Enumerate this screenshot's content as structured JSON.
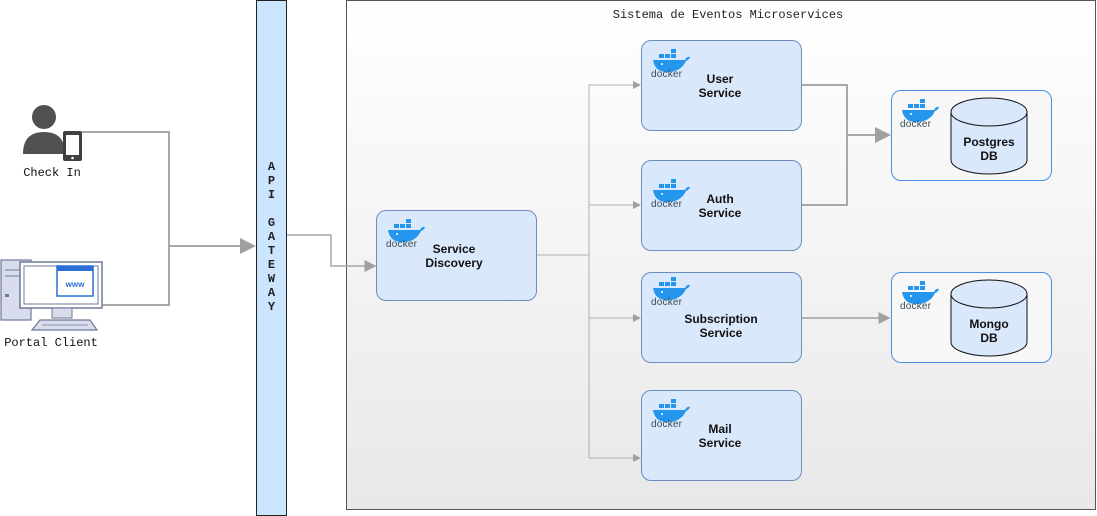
{
  "diagram": {
    "system_title": "Sistema de Eventos Microservices",
    "gateway_letters": [
      "A",
      "P",
      "I",
      "",
      "G",
      "A",
      "T",
      "E",
      "W",
      "A",
      "Y"
    ],
    "clients": {
      "check_in": "Check In",
      "portal_client": "Portal Client"
    },
    "services": {
      "discovery": [
        "Service",
        "Discovery"
      ],
      "user": [
        "User",
        "Service"
      ],
      "auth": [
        "Auth",
        "Service"
      ],
      "subscription": [
        "Subscription",
        "Service"
      ],
      "mail": [
        "Mail",
        "Service"
      ]
    },
    "databases": {
      "postgres": [
        "Postgres",
        "DB"
      ],
      "mongo": [
        "Mongo",
        "DB"
      ]
    },
    "docker_label": "docker",
    "colors": {
      "service_fill": "#dae8fc",
      "service_border": "#6c8ebf",
      "gateway_fill": "#cce5ff",
      "db_fill": "#dae8fc",
      "connector": "#a0a0a0",
      "docker_blue": "#2496ed"
    }
  }
}
